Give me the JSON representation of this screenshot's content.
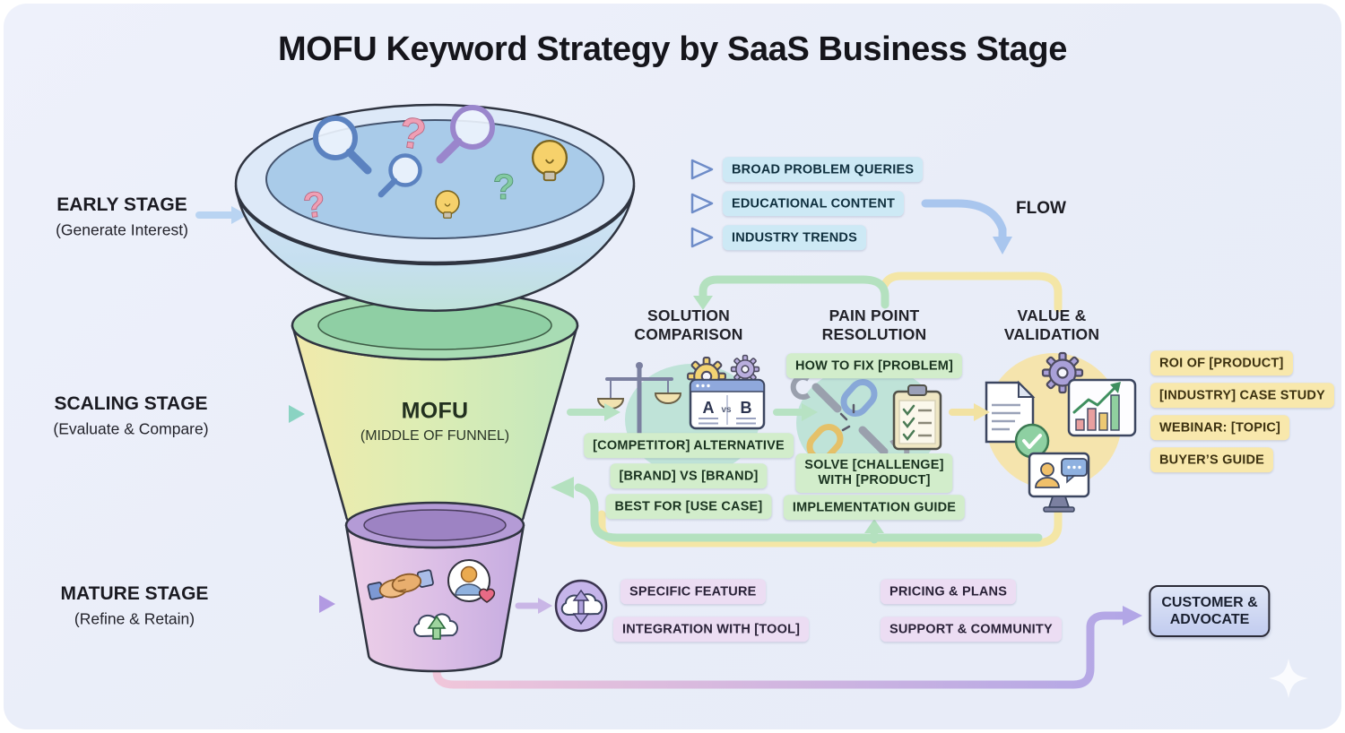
{
  "title": "MOFU Keyword Strategy by SaaS Business Stage",
  "stages": {
    "early": {
      "label": "EARLY STAGE",
      "sub": "(Generate Interest)"
    },
    "scaling": {
      "label": "SCALING STAGE",
      "sub": "(Evaluate & Compare)"
    },
    "mature": {
      "label": "MATURE STAGE",
      "sub": "(Refine & Retain)"
    }
  },
  "funnel": {
    "label": "MOFU",
    "sub": "(MIDDLE OF FUNNEL)"
  },
  "flow_label": "FLOW",
  "early_keywords": [
    "BROAD PROBLEM QUERIES",
    "EDUCATIONAL CONTENT",
    "INDUSTRY TRENDS"
  ],
  "columns": {
    "solution": {
      "title1": "SOLUTION",
      "title2": "COMPARISON",
      "ab": {
        "a": "A",
        "vs": "vs",
        "b": "B"
      },
      "keywords": [
        "[COMPETITOR] ALTERNATIVE",
        "[BRAND] VS [BRAND]",
        "BEST FOR [USE CASE]"
      ]
    },
    "pain": {
      "title1": "PAIN POINT",
      "title2": "RESOLUTION",
      "top_keyword": "HOW TO FIX [PROBLEM]",
      "solve_line1": "SOLVE [CHALLENGE]",
      "solve_line2": "WITH [PRODUCT]",
      "bottom_keyword": "IMPLEMENTATION GUIDE"
    },
    "value": {
      "title1": "VALUE &",
      "title2": "VALIDATION",
      "keywords": [
        "ROI OF [PRODUCT]",
        "[INDUSTRY] CASE STUDY",
        "WEBINAR: [TOPIC]",
        "BUYER’S GUIDE"
      ]
    }
  },
  "mature_keywords": {
    "left": [
      "SPECIFIC FEATURE",
      "INTEGRATION WITH [TOOL]"
    ],
    "right": [
      "PRICING & PLANS",
      "SUPPORT & COMMUNITY"
    ]
  },
  "end_box": {
    "line1": "CUSTOMER &",
    "line2": "ADVOCATE"
  },
  "glyphs": {
    "question": "?"
  },
  "colors": {
    "keyword_blue_bg": "#cde9f5",
    "keyword_green_bg": "#d2edcb",
    "keyword_yellow_bg": "#f8e8ac",
    "keyword_purple_bg": "#ecddf3",
    "loop_green": "#b4e1bf",
    "loop_yellow": "#f4e6a6",
    "loop_purple": "#b2a6e6",
    "arrow_blue": "#b9d4f2"
  }
}
